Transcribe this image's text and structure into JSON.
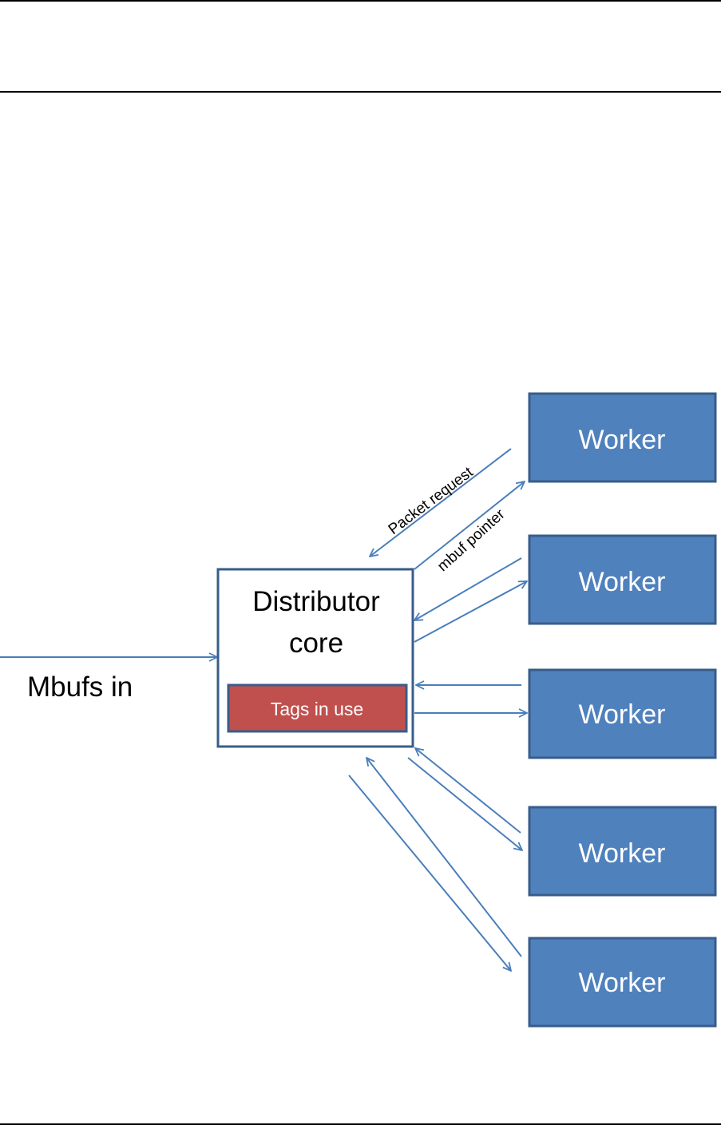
{
  "diagram": {
    "input_label": "Mbufs in",
    "distributor": {
      "title_line1": "Distributor",
      "title_line2": "core",
      "tags_label": "Tags in use"
    },
    "arrow_labels": {
      "packet_request": "Packet request",
      "mbuf_pointer": "mbuf pointer"
    },
    "workers": [
      {
        "label": "Worker"
      },
      {
        "label": "Worker"
      },
      {
        "label": "Worker"
      },
      {
        "label": "Worker"
      },
      {
        "label": "Worker"
      }
    ]
  },
  "colors": {
    "worker_fill": "#4f81bd",
    "worker_border": "#385d8a",
    "distributor_border": "#385d8a",
    "tags_fill": "#c0504d",
    "tags_border": "#385d8a",
    "arrow": "#4a7ebb",
    "text_dark": "#000000",
    "text_light": "#ffffff"
  }
}
